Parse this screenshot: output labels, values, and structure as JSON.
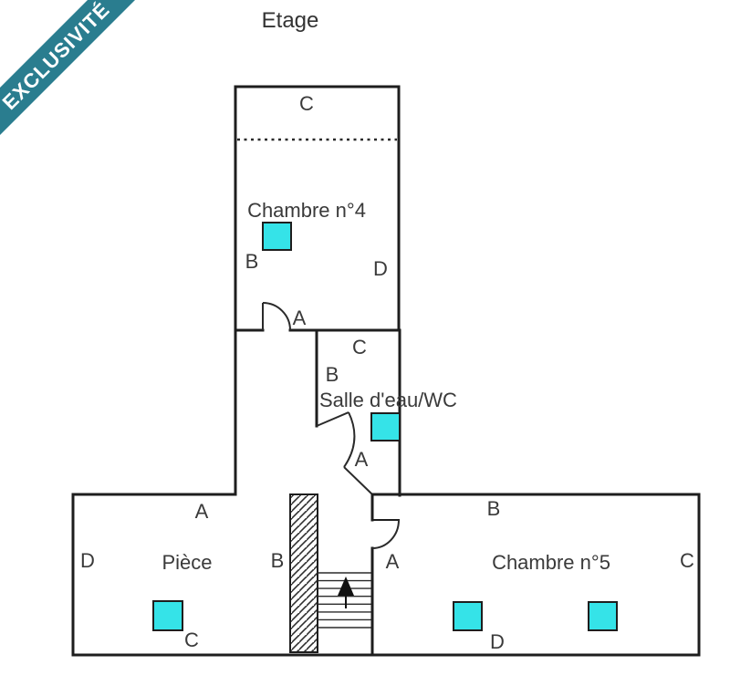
{
  "title": "Etage",
  "banner": {
    "label": "EXCLUSIVITÉ"
  },
  "colors": {
    "banner": "#2A7D8F",
    "wall": "#1E1E1E",
    "label": "#3A3A3A",
    "marker": "#35E3E8"
  },
  "rooms": {
    "chambre4": {
      "name": "Chambre n°4",
      "labels": {
        "top": "C",
        "left": "B",
        "right": "D",
        "door": "A"
      }
    },
    "salle_eau_wc": {
      "name": "Salle d'eau/WC",
      "labels": {
        "top": "C",
        "left": "B",
        "door": "A"
      }
    },
    "piece": {
      "name": "Pièce",
      "labels": {
        "top": "A",
        "left": "D",
        "right": "B",
        "bottom": "C"
      }
    },
    "chambre5": {
      "name": "Chambre n°5",
      "labels": {
        "top": "B",
        "left": "A",
        "right": "C",
        "bottom": "D"
      }
    }
  },
  "stairs": {
    "direction": "up"
  }
}
